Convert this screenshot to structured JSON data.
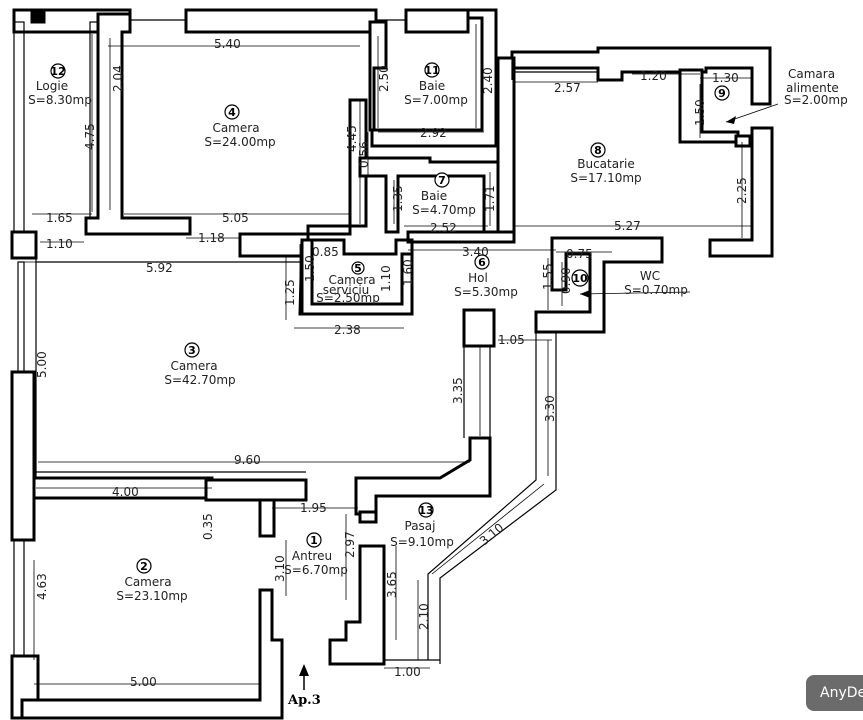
{
  "rooms": [
    {
      "id": "r1",
      "num": "1",
      "name": "Antreu",
      "area": "S=6.70mp"
    },
    {
      "id": "r2",
      "num": "2",
      "name": "Camera",
      "area": "S=23.10mp"
    },
    {
      "id": "r3",
      "num": "3",
      "name": "Camera",
      "area": "S=42.70mp"
    },
    {
      "id": "r4",
      "num": "4",
      "name": "Camera",
      "area": "S=24.00mp"
    },
    {
      "id": "r5",
      "num": "5",
      "name": "Camera serviciu",
      "area": "S=2.50mp"
    },
    {
      "id": "r6",
      "num": "6",
      "name": "Hol",
      "area": "S=5.30mp"
    },
    {
      "id": "r7",
      "num": "7",
      "name": "Baie",
      "area": "S=4.70mp"
    },
    {
      "id": "r8",
      "num": "8",
      "name": "Bucatarie",
      "area": "S=17.10mp"
    },
    {
      "id": "r9",
      "num": "9",
      "name": "Camara alimente",
      "area": "S=2.00mp"
    },
    {
      "id": "r10",
      "num": "10",
      "name": "WC",
      "area": "S=0.70mp"
    },
    {
      "id": "r11",
      "num": "11",
      "name": "Baie",
      "area": "S=7.00mp"
    },
    {
      "id": "r12",
      "num": "12",
      "name": "Logie",
      "area": "S=8.30mp"
    },
    {
      "id": "r13",
      "num": "13",
      "name": "Pasaj",
      "area": "S=9.10mp"
    }
  ],
  "dimensions": [
    "5.40",
    "2.04",
    "4.75",
    "4.45",
    "2.50",
    "2.40",
    "2.92",
    "1.65",
    "5.05",
    "1.10",
    "1.18",
    "0.56",
    "1.35",
    "1.71",
    "2.52",
    "3.40",
    "5.92",
    "0.85",
    "1.25",
    "1.50",
    "1.10",
    "1.60",
    "2.38",
    "2.57",
    "1.20",
    "1.30",
    "1.50",
    "2.25",
    "5.27",
    "0.75",
    "1.55",
    "0.90",
    "1.05",
    "5.00",
    "3.35",
    "3.30",
    "9.60",
    "4.00",
    "0.35",
    "1.95",
    "2.97",
    "3.65",
    "3.10",
    "3.10",
    "4.63",
    "5.00",
    "2.10",
    "1.00"
  ],
  "entrance_label": "Ap.3",
  "taskbar_label": "AnyDesk"
}
